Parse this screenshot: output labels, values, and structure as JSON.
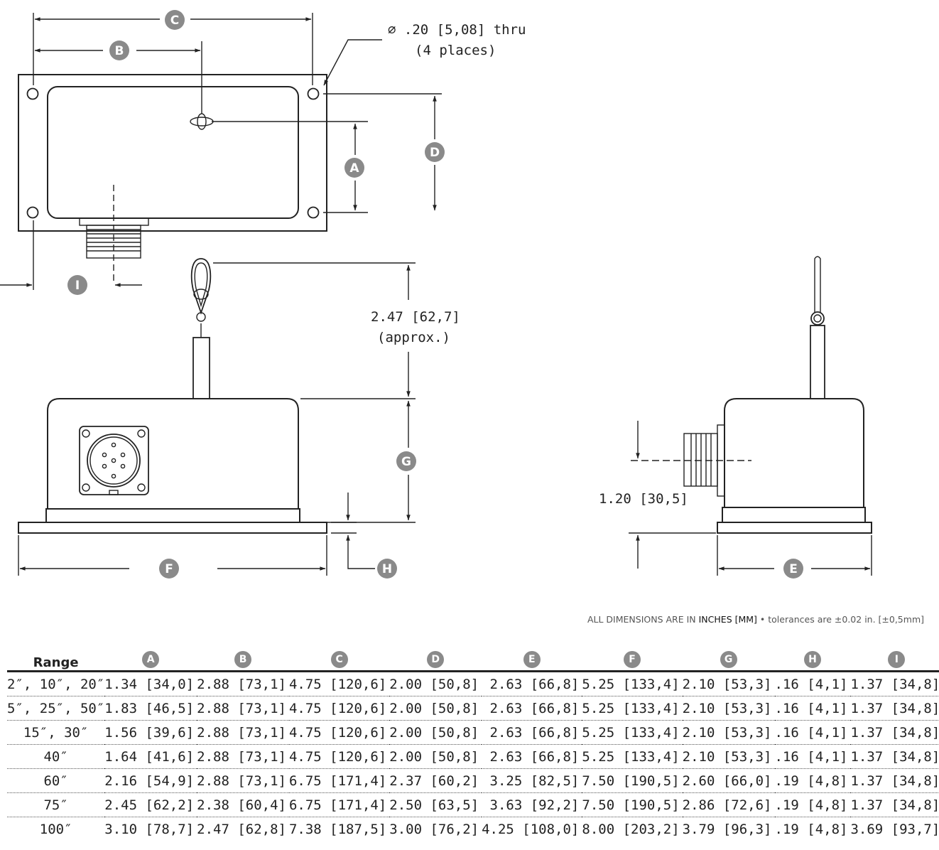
{
  "labels": {
    "hole_note_line1": "∅ .20 [5,08] thru",
    "hole_note_line2": "(4 places)",
    "cable_length_line1": "2.47 [62,7]",
    "cable_length_line2": "(approx.)",
    "connector_height": "1.20 [30,5]"
  },
  "badges": {
    "A": "A",
    "B": "B",
    "C": "C",
    "D": "D",
    "E": "E",
    "F": "F",
    "G": "G",
    "H": "H",
    "I": "I"
  },
  "note": {
    "prefix": "ALL DIMENSIONS ARE IN ",
    "units": "INCHES [MM]",
    "suffix": " • tolerances are ±0.02 in. [±0,5mm]"
  },
  "table": {
    "range_header": "Range",
    "columns": [
      "A",
      "B",
      "C",
      "D",
      "E",
      "F",
      "G",
      "H",
      "I"
    ],
    "rows": [
      {
        "range": "2″, 10″, 20″",
        "values": [
          "1.34 [34,0]",
          "2.88 [73,1]",
          "4.75 [120,6]",
          "2.00 [50,8]",
          "2.63 [66,8]",
          "5.25 [133,4]",
          "2.10 [53,3]",
          ".16 [4,1]",
          "1.37 [34,8]"
        ]
      },
      {
        "range": "5″, 25″, 50″",
        "values": [
          "1.83 [46,5]",
          "2.88 [73,1]",
          "4.75 [120,6]",
          "2.00 [50,8]",
          "2.63 [66,8]",
          "5.25 [133,4]",
          "2.10 [53,3]",
          ".16 [4,1]",
          "1.37 [34,8]"
        ]
      },
      {
        "range": "15″, 30″",
        "values": [
          "1.56 [39,6]",
          "2.88 [73,1]",
          "4.75 [120,6]",
          "2.00 [50,8]",
          "2.63 [66,8]",
          "5.25 [133,4]",
          "2.10 [53,3]",
          ".16 [4,1]",
          "1.37 [34,8]"
        ]
      },
      {
        "range": "40″",
        "values": [
          "1.64 [41,6]",
          "2.88 [73,1]",
          "4.75 [120,6]",
          "2.00 [50,8]",
          "2.63 [66,8]",
          "5.25 [133,4]",
          "2.10 [53,3]",
          ".16 [4,1]",
          "1.37 [34,8]"
        ]
      },
      {
        "range": "60″",
        "values": [
          "2.16 [54,9]",
          "2.88 [73,1]",
          "6.75 [171,4]",
          "2.37 [60,2]",
          "3.25 [82,5]",
          "7.50 [190,5]",
          "2.60 [66,0]",
          ".19 [4,8]",
          "1.37 [34,8]"
        ]
      },
      {
        "range": "75″",
        "values": [
          "2.45 [62,2]",
          "2.38 [60,4]",
          "6.75 [171,4]",
          "2.50 [63,5]",
          "3.63 [92,2]",
          "7.50 [190,5]",
          "2.86 [72,6]",
          ".19 [4,8]",
          "1.37 [34,8]"
        ]
      },
      {
        "range": "100″",
        "values": [
          "3.10 [78,7]",
          "2.47 [62,8]",
          "7.38 [187,5]",
          "3.00 [76,2]",
          "4.25 [108,0]",
          "8.00 [203,2]",
          "3.79 [96,3]",
          ".19 [4,8]",
          "3.69 [93,7]"
        ]
      }
    ]
  }
}
